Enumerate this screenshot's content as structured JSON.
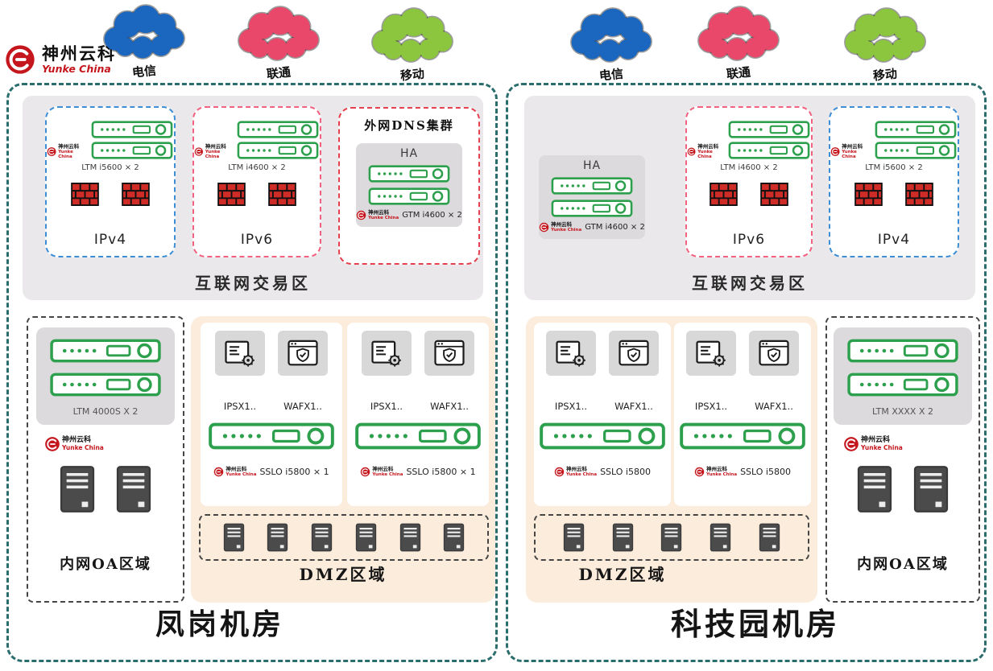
{
  "colors": {
    "teal": "#2b6d6d",
    "blue": "#3e8ed6",
    "pink": "#f2617f",
    "red": "#e4404e",
    "green": "#2ca04c",
    "peach": "#fcecdc",
    "zone-gray": "#eae8ea",
    "card-gray": "#dcdadc",
    "tile-gray": "#d8d8d8",
    "brand-red": "#c4161c",
    "cloud-blue": "#1b67c0",
    "cloud-pink": "#e9486b",
    "cloud-green": "#8cc63e"
  },
  "logo": {
    "title": "神州云科",
    "subtitle": "Yunke China"
  },
  "clouds": [
    {
      "label": "电信"
    },
    {
      "label": "联通"
    },
    {
      "label": "移动"
    },
    {
      "label": "电信"
    },
    {
      "label": "联通"
    },
    {
      "label": "移动"
    }
  ],
  "left": {
    "name": "凤岗机房",
    "zone_label": "互联网交易区",
    "ipv4": {
      "device": "LTM i5600 × 2",
      "label": "IPv4"
    },
    "ipv6": {
      "device": "LTM i4600 × 2",
      "label": "IPv6"
    },
    "dns": {
      "title": "外网DNS集群",
      "ha": "HA",
      "device": "GTM i4600 × 2"
    },
    "oa": {
      "device": "LTM 4000S X 2",
      "label": "内网OA区域"
    },
    "dmz": {
      "label": "DMZ区域",
      "panels": [
        {
          "ips": "IPSX1..",
          "waf": "WAFX1..",
          "sslo": "SSLO i5800 × 1"
        },
        {
          "ips": "IPSX1..",
          "waf": "WAFX1..",
          "sslo": "SSLO i5800 × 1"
        }
      ]
    }
  },
  "right": {
    "name": "科技园机房",
    "zone_label": "互联网交易区",
    "dns": {
      "ha": "HA",
      "device": "GTM i4600 × 2"
    },
    "ipv6": {
      "device": "LTM i4600 × 2",
      "label": "IPv6"
    },
    "ipv4": {
      "device": "LTM i5600 × 2",
      "label": "IPv4"
    },
    "oa": {
      "device": "LTM XXXX X 2",
      "label": "内网OA区域"
    },
    "dmz": {
      "label": "DMZ区域",
      "panels": [
        {
          "ips": "IPSX1..",
          "waf": "WAFX1..",
          "sslo": "SSLO i5800"
        },
        {
          "ips": "IPSX1..",
          "waf": "WAFX1..",
          "sslo": "SSLO i5800"
        }
      ]
    }
  }
}
